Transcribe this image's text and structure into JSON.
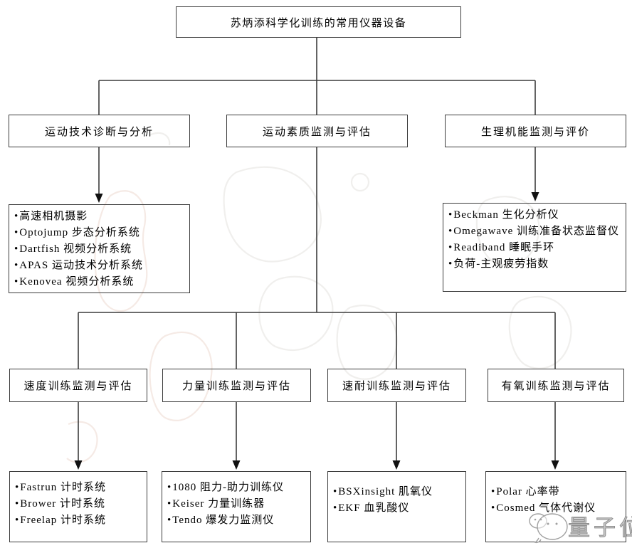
{
  "title": "苏炳添科学化训练的常用仪器设备",
  "branches": {
    "technique": {
      "label": "运动技术诊断与分析",
      "items": [
        "高速相机摄影",
        "Optojump 步态分析系统",
        "Dartfish 视频分析系统",
        "APAS 运动技术分析系统",
        "Kenovea 视频分析系统"
      ]
    },
    "quality": {
      "label": "运动素质监测与评估"
    },
    "physiology": {
      "label": "生理机能监测与评价",
      "items": [
        "Beckman 生化分析仪",
        "Omegawave 训练准备状态监督仪",
        "Readiband 睡眠手环",
        "负荷-主观疲劳指数"
      ]
    }
  },
  "quality_children": [
    {
      "label": "速度训练监测与评估",
      "items": [
        "Fastrun 计时系统",
        "Brower 计时系统",
        "Freelap 计时系统"
      ]
    },
    {
      "label": "力量训练监测与评估",
      "items": [
        "1080 阻力-助力训练仪",
        "Keiser 力量训练器",
        "Tendo 爆发力监测仪"
      ]
    },
    {
      "label": "速耐训练监测与评估",
      "items": [
        "BSXinsight 肌氧仪",
        "EKF 血乳酸仪"
      ]
    },
    {
      "label": "有氧训练监测与评估",
      "items": [
        "Polar 心率带",
        "Cosmed 气体代谢仪"
      ]
    }
  ],
  "watermark": {
    "brand": "量子位",
    "mascot": "cloud-mascot-icon"
  },
  "colors": {
    "border": "#3c3c3c",
    "line": "#3c3c3c",
    "text": "#000000",
    "watermark_gray": "#9e9e9e",
    "background": "#ffffff"
  }
}
